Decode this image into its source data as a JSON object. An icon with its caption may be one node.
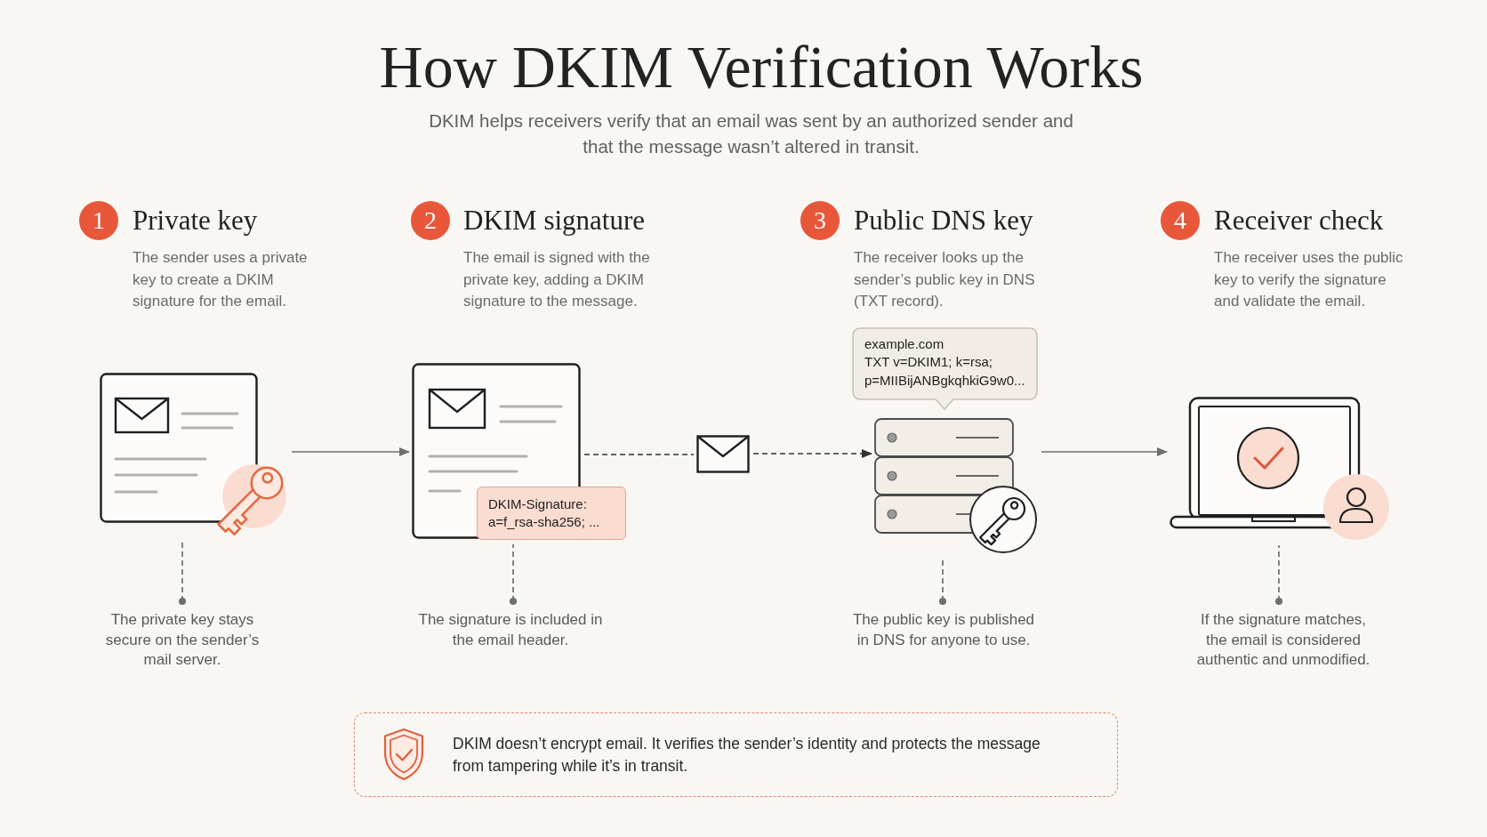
{
  "diagram": {
    "title": "How DKIM Verification Works",
    "nodes": [
      {
        "text": [
          "1"
        ],
        "beside": [
          "Private key",
          "The sender uses a private key to create a DKIM signature for the email."
        ]
      },
      {
        "text": [
          "2"
        ],
        "beside": [
          "DKIM signature",
          "The email is signed with the private key, adding a DKIM signature to the message."
        ]
      },
      {
        "text": [
          "3"
        ],
        "beside": [
          "Public DNS key",
          "The receiver looks up the sender’s public key in DNS (TXT record)."
        ]
      },
      {
        "text": [
          "4"
        ],
        "beside": [
          "Receiver check",
          "The receiver uses the public key to verify the signature and validate the email."
        ]
      },
      {
        "text": [],
        "shape": "picture"
      },
      {
        "text": [],
        "shape": "picture"
      },
      {
        "text": [
          "DKIM-Signature: a=f_rsa-sha256; ..."
        ]
      },
      {
        "text": [],
        "shape": "picture"
      },
      {
        "text": [
          "example.com",
          "TXT v=DKIM1; k=rsa; p=MIIBijANBgkqhkiG9w0..."
        ]
      },
      {
        "text": [],
        "shape": "picture"
      },
      {
        "text": [],
        "shape": "picture"
      },
      {
        "text": [
          "The private key stays secure on the sender’s mail server."
        ]
      },
      {
        "text": [
          "The signature is included in the email header."
        ]
      },
      {
        "text": [
          "The public key is published in DNS for anyone to use."
        ]
      },
      {
        "text": [
          "If the signature matches, the email is considered authentic and unmodified."
        ]
      },
      {
        "text": [
          "DKIM doesn’t encrypt email. It verifies the sender’s identity and protects the message from tampering while it’s in transit."
        ]
      }
    ],
    "edges": [
      {
        "from": 4,
        "to": 5,
        "arrow": "to"
      },
      {
        "from": 5,
        "to": 7,
        "arrow": "none",
        "style": "dashed",
        "color": "#333333"
      },
      {
        "from": 7,
        "to": 9,
        "arrow": "to",
        "style": "dashed",
        "color": "#333333"
      },
      {
        "from": 9,
        "to": 10,
        "arrow": "to"
      },
      {
        "from": 11,
        "to": 4,
        "arrow": "other",
        "style": "dashed"
      },
      {
        "from": 12,
        "to": 6,
        "arrow": "other",
        "style": "dashed"
      },
      {
        "from": 13,
        "to": 9,
        "arrow": "other",
        "style": "dashed"
      },
      {
        "from": 14,
        "to": 10,
        "arrow": "other",
        "style": "dashed"
      }
    ],
    "labels": [
      "DKIM helps receivers verify that an email was sent by an authorized sender and that the message wasn’t altered in transit."
    ]
  }
}
